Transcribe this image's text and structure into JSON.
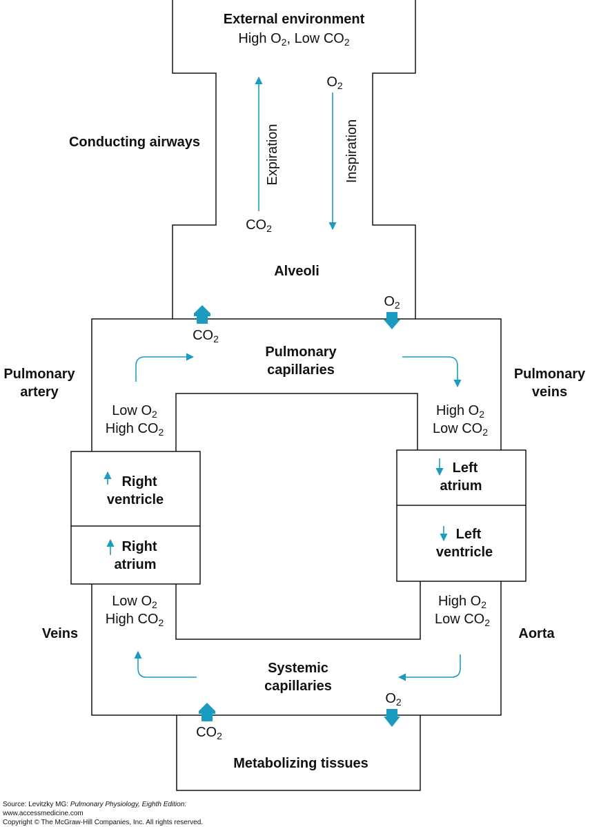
{
  "labels": {
    "external_env": "External environment",
    "conducting_airways": "Conducting airways",
    "alveoli": "Alveoli",
    "pulmonary_capillaries_1": "Pulmonary",
    "pulmonary_capillaries_2": "capillaries",
    "pulmonary_artery_1": "Pulmonary",
    "pulmonary_artery_2": "artery",
    "pulmonary_veins_1": "Pulmonary",
    "pulmonary_veins_2": "veins",
    "right_ventricle_1": "Right",
    "right_ventricle_2": "ventricle",
    "right_atrium_1": "Right",
    "right_atrium_2": "atrium",
    "left_atrium_1": "Left",
    "left_atrium_2": "atrium",
    "left_ventricle_1": "Left",
    "left_ventricle_2": "ventricle",
    "veins": "Veins",
    "aorta": "Aorta",
    "systemic_capillaries_1": "Systemic",
    "systemic_capillaries_2": "capillaries",
    "metabolizing_tissues": "Metabolizing tissues",
    "expiration": "Expiration",
    "inspiration": "Inspiration"
  },
  "gases": {
    "o2_base": "O",
    "co2_base": "CO",
    "subscript": "2",
    "high": "High",
    "low": "Low",
    "comma_sep": ", "
  },
  "source": {
    "prefix": "Source: Levitzky MG: ",
    "book": "Pulmonary Physiology, Eighth Edition:",
    "url": "www.accessmedicine.com",
    "copyright": "Copyright © The McGraw-Hill Companies, Inc. All rights reserved."
  },
  "colors": {
    "arrow": "#1a9bbf",
    "line": "#111111"
  }
}
